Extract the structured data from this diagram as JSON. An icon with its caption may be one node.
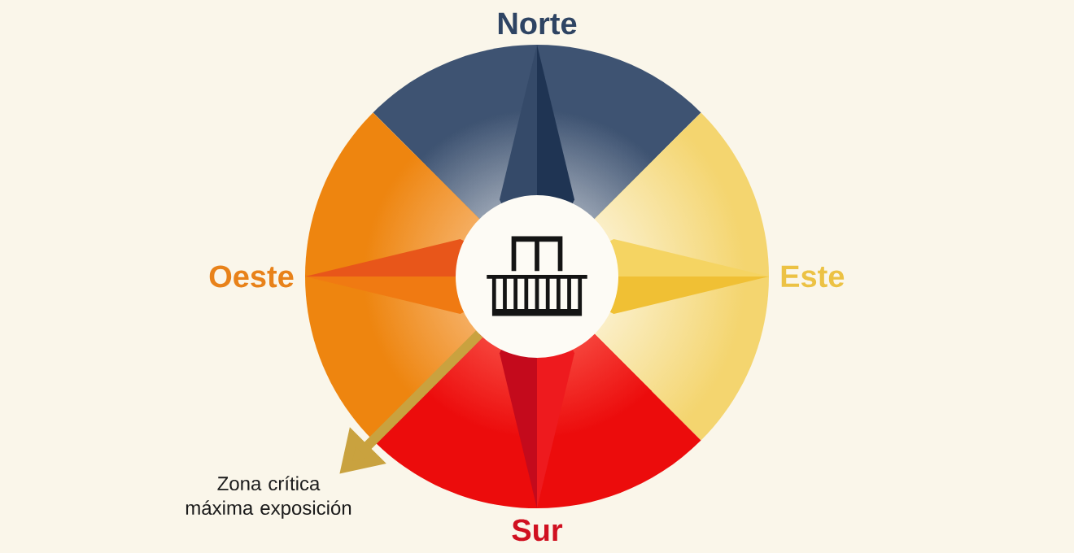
{
  "diagram": {
    "nodes": [
      {
        "text": [],
        "shape": "circle"
      },
      {
        "text": [
          "Zona crítica máxima exposición"
        ]
      }
    ],
    "edges": [
      {
        "from": 0,
        "to": 1,
        "arrow": "to",
        "color": "#c9a23f"
      }
    ],
    "labels": [
      "Norte",
      "Oeste",
      "Este",
      "Sur"
    ]
  }
}
